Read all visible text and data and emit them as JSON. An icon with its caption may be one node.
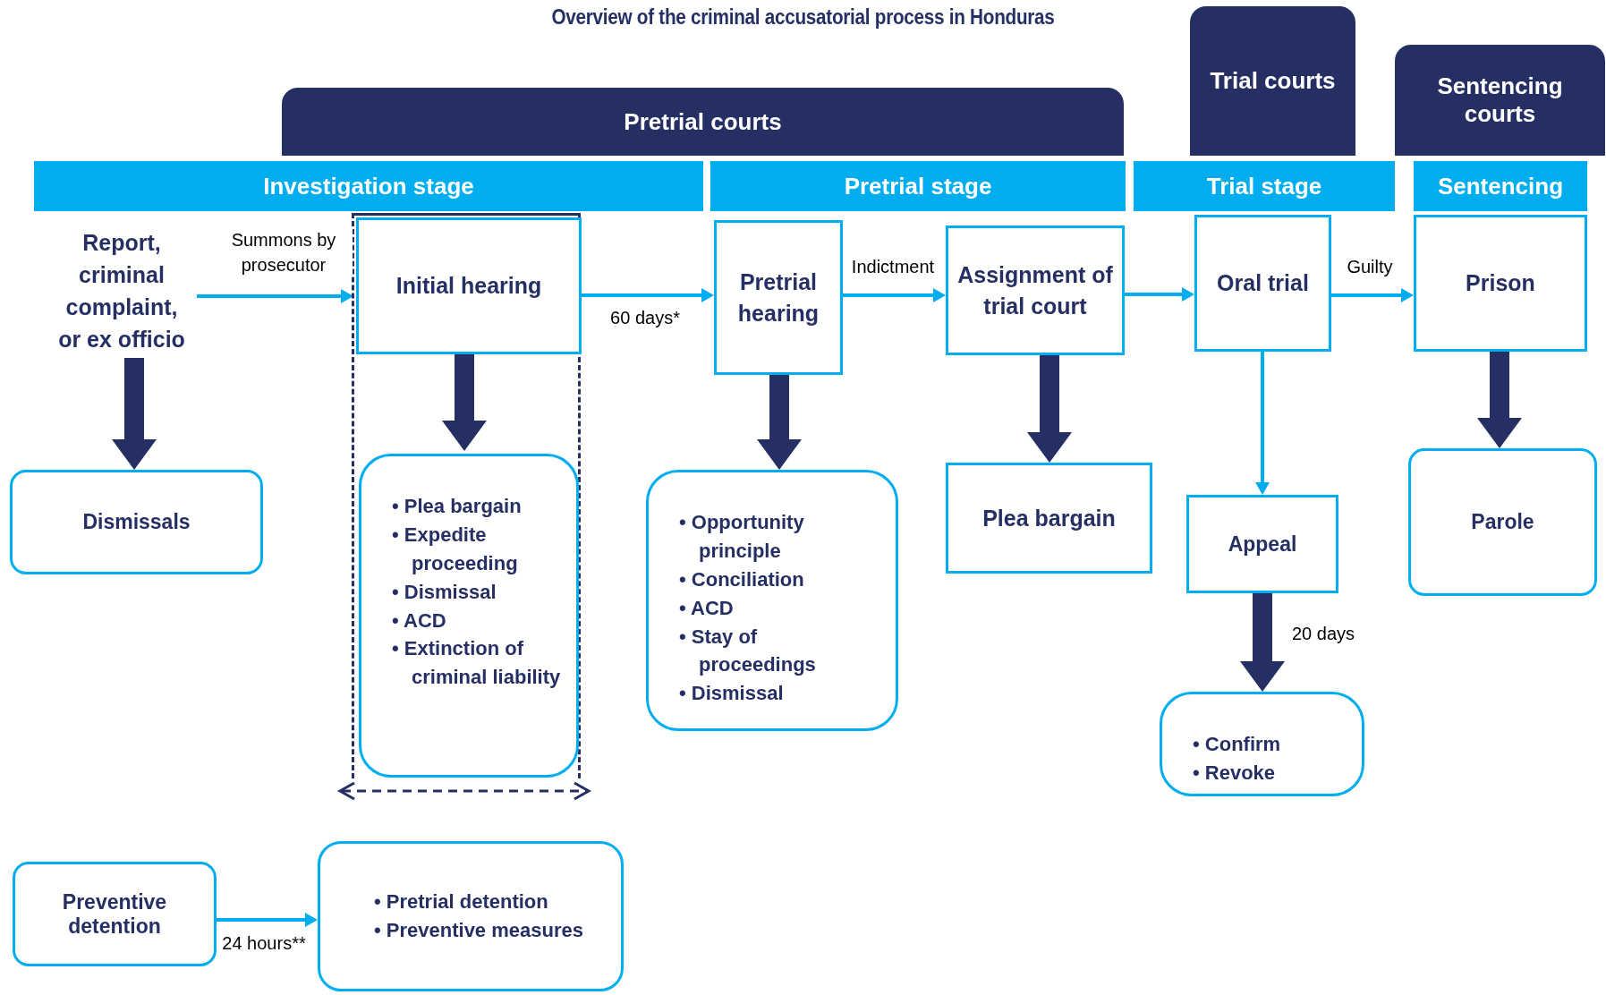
{
  "diagram": {
    "title": "Overview of the criminal accusatorial process in Honduras",
    "nodes": [
      {
        "text": [
          "Pretrial courts"
        ]
      },
      {
        "text": [
          "Trial courts"
        ]
      },
      {
        "text": [
          "Sentencing courts"
        ]
      },
      {
        "text": [
          "Investigation stage"
        ]
      },
      {
        "text": [
          "Pretrial stage"
        ]
      },
      {
        "text": [
          "Trial stage"
        ]
      },
      {
        "text": [
          "Sentencing"
        ]
      },
      {
        "text": [
          "Report, criminal complaint, or ex officio"
        ]
      },
      {
        "text": [],
        "shape": "box"
      },
      {
        "text": [
          "Initial hearing"
        ],
        "in": 8
      },
      {
        "text": [
          "Pretrial hearing"
        ]
      },
      {
        "text": [
          "Assignment of trial court"
        ]
      },
      {
        "text": [
          "Oral trial"
        ]
      },
      {
        "text": [
          "Prison"
        ]
      },
      {
        "text": [
          "Dismissals"
        ]
      },
      {
        "text": [
          "• Plea bargain",
          "• Expedite proceeding",
          "• Dismissal",
          "• ACD",
          "• Extinction of criminal liability"
        ],
        "in": 8
      },
      {
        "text": [
          "• Opportunity principle",
          "• Conciliation",
          "• ACD",
          "• Stay of proceedings",
          "• Dismissal"
        ]
      },
      {
        "text": [
          "Plea bargain"
        ]
      },
      {
        "text": [
          "Appeal"
        ]
      },
      {
        "text": [
          "Parole"
        ]
      },
      {
        "text": [
          "• Confirm",
          "• Revoke"
        ]
      },
      {
        "text": [
          "Preventive detention"
        ]
      },
      {
        "text": [
          "• Pretrial detention",
          "• Preventive measures"
        ]
      }
    ],
    "edges": [
      {
        "from": 7,
        "to": 9,
        "arrow": "to",
        "label": "Summons by prosecutor"
      },
      {
        "from": 9,
        "to": 10,
        "arrow": "to",
        "label": "60 days*"
      },
      {
        "from": 10,
        "to": 11,
        "arrow": "to",
        "label": "Indictment"
      },
      {
        "from": 11,
        "to": 12,
        "arrow": "to"
      },
      {
        "from": 12,
        "to": 13,
        "arrow": "to",
        "label": "Guilty"
      },
      {
        "from": 7,
        "to": 14,
        "arrow": "to",
        "style": "thick",
        "color": "#262f63"
      },
      {
        "from": 9,
        "to": 15,
        "arrow": "to",
        "style": "thick",
        "color": "#262f63"
      },
      {
        "from": 10,
        "to": 16,
        "arrow": "to",
        "style": "thick",
        "color": "#262f63"
      },
      {
        "from": 11,
        "to": 17,
        "arrow": "to",
        "style": "thick",
        "color": "#262f63"
      },
      {
        "from": 12,
        "to": 18,
        "arrow": "to"
      },
      {
        "from": 18,
        "to": 20,
        "arrow": "to",
        "label": "20 days",
        "style": "thick",
        "color": "#262f63"
      },
      {
        "from": 13,
        "to": 19,
        "arrow": "to",
        "style": "thick",
        "color": "#262f63"
      },
      {
        "from": 21,
        "to": 22,
        "arrow": "to",
        "label": "24 hours**"
      }
    ]
  }
}
